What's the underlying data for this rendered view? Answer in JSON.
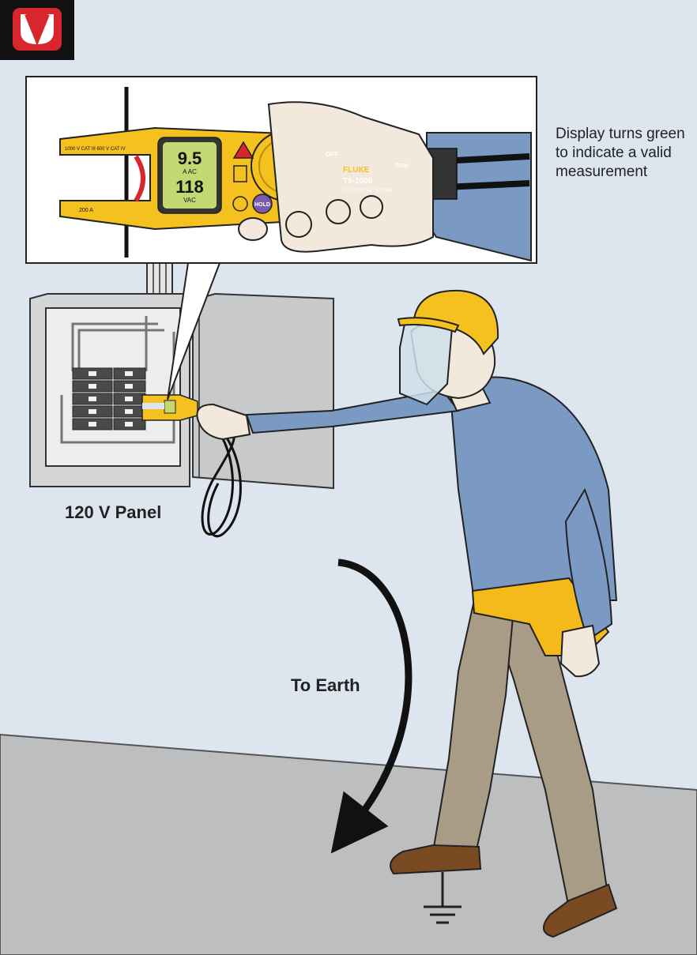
{
  "logo": {
    "initials": "IV",
    "colors": {
      "red": "#d8262f",
      "black": "#111111"
    }
  },
  "callout": {
    "text": "Display turns green to indicate a valid measurement"
  },
  "labels": {
    "panel": "120 V Panel",
    "earth": "To Earth"
  },
  "tester": {
    "brand": "FLUKE",
    "model": "T6-1000",
    "subtitle": "ELECTRICAL TESTER",
    "reading_current": "9.5",
    "reading_current_unit": "A AC",
    "reading_voltage": "118",
    "reading_voltage_unit": "VAC",
    "button_hold": "HOLD",
    "button_off": "OFF",
    "terminal_com": "COM",
    "jaw_rating": "1000 V CAT III 600 V CAT IV",
    "jaw_current": "200 A"
  },
  "colors": {
    "wall": "#dde5ee",
    "floor": "#bdbec0",
    "tester_yellow": "#f4c11e",
    "display_green": "#c3d873",
    "shirt": "#7a9ac4",
    "pants": "#a89c86",
    "belt": "#f4b91a",
    "boots": "#7a4a22",
    "skin": "#f2e9dc",
    "panel_grey": "#c8c9ca"
  }
}
